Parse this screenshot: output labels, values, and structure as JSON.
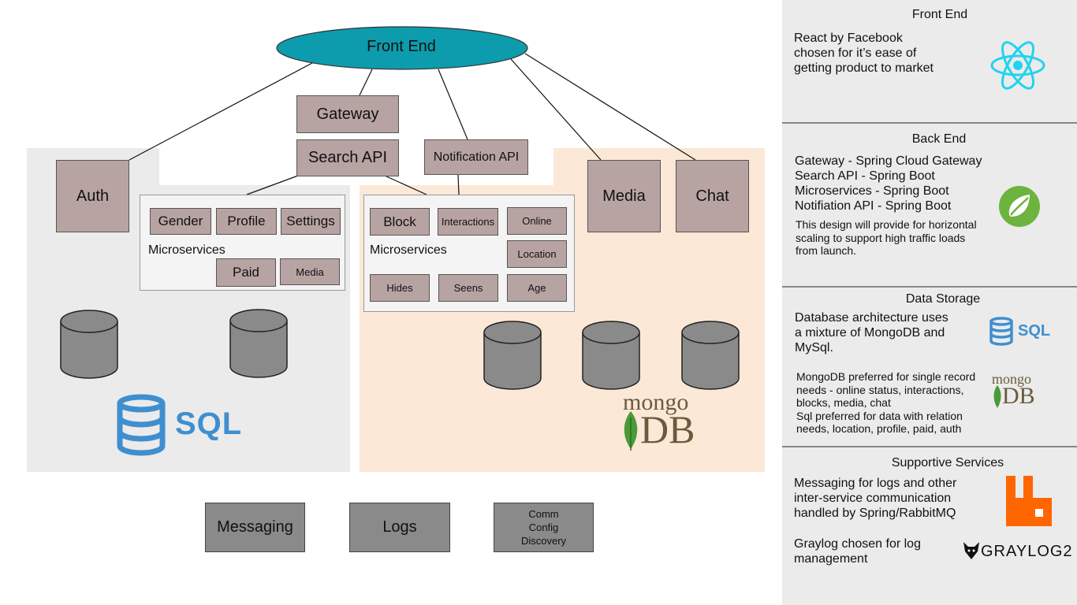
{
  "diagram": {
    "frontend_label": "Front End",
    "gateway_label": "Gateway",
    "search_api_label": "Search API",
    "notification_api_label": "Notification API",
    "auth_label": "Auth",
    "media_label": "Media",
    "chat_label": "Chat",
    "left_group": {
      "label": "Microservices",
      "items": [
        "Gender",
        "Profile",
        "Settings",
        "Paid",
        "Media"
      ]
    },
    "right_group": {
      "label": "Microservices",
      "items": [
        "Block",
        "Interactions",
        "Online",
        "Location",
        "Hides",
        "Seens",
        "Age"
      ]
    },
    "sql_logo_text": "SQL",
    "mongo_logo_top": "mongo",
    "mongo_logo_bottom": "DB",
    "bottom_boxes": [
      "Messaging",
      "Logs",
      "Comm\nConfig\nDiscovery"
    ]
  },
  "sidebar": {
    "front_end": {
      "title": "Front End",
      "text": "React by Facebook\nchosen for it’s ease of\ngetting product to market",
      "icon": "react-icon"
    },
    "back_end": {
      "title": "Back End",
      "text": "Gateway - Spring Cloud Gateway\nSearch API - Spring Boot\nMicroservices - Spring Boot\nNotifiation API - Spring Boot",
      "note": "This design will provide for horizontal\nscaling to support high traffic loads\nfrom launch.",
      "icon": "spring-icon"
    },
    "data_storage": {
      "title": "Data Storage",
      "text": "Database architecture uses\na mixture of MongoDB and\nMySql.",
      "note": "MongoDB preferred for single record\nneeds - online status, interactions,\nblocks, media, chat\nSql preferred for data with relation\nneeds, location, profile, paid, auth",
      "sql_icon_text": "SQL",
      "mongo_icon_top": "mongo",
      "mongo_icon_bottom": "DB"
    },
    "supportive": {
      "title": "Supportive Services",
      "text": "Messaging for logs and other\ninter-service communication\nhandled by Spring/RabbitMQ",
      "text2": "Graylog chosen for log\nmanagement",
      "graylog_text": "GRAYLOG2",
      "icon": "rabbitmq-icon"
    }
  },
  "colors": {
    "frontend_fill": "#0c9cad",
    "service_box": "#b8a3a3",
    "db_box": "#8a8a8a",
    "sql_blue": "#3f8fcf",
    "mongo_green": "#4a9a3a",
    "mongo_brown": "#6b5a3e",
    "react_cyan": "#22d3f0",
    "spring_green": "#6db33f",
    "rabbit_orange": "#ff6600"
  }
}
